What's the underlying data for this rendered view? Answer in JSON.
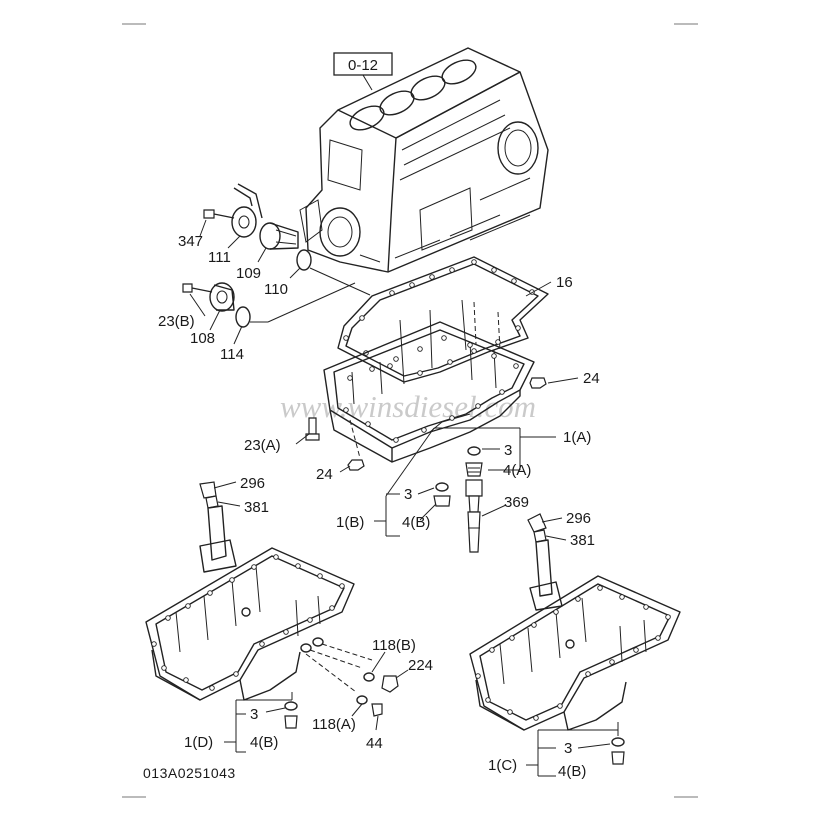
{
  "diagram": {
    "reference_box": "0-12",
    "drawing_code": "013A0251043",
    "watermark": "www.winsdiesel.com",
    "callouts": {
      "c347": "347",
      "c111": "111",
      "c109": "109",
      "c110": "110",
      "c23B": "23(B)",
      "c108": "108",
      "c114": "114",
      "c16": "16",
      "c24a": "24",
      "c24b": "24",
      "c23A": "23(A)",
      "c3a": "3",
      "c1A": "1(A)",
      "c4A": "4(A)",
      "c3b": "3",
      "c1B": "1(B)",
      "c4B": "4(B)",
      "c369": "369",
      "c296a": "296",
      "c381a": "381",
      "c296b": "296",
      "c381b": "381",
      "c118B": "118(B)",
      "c224": "224",
      "c118A": "118(A)",
      "c44": "44",
      "c3c": "3",
      "c1D": "1(D)",
      "c4Bc": "4(B)",
      "c3d": "3",
      "c1C": "1(C)",
      "c4Bd": "4(B)"
    }
  }
}
